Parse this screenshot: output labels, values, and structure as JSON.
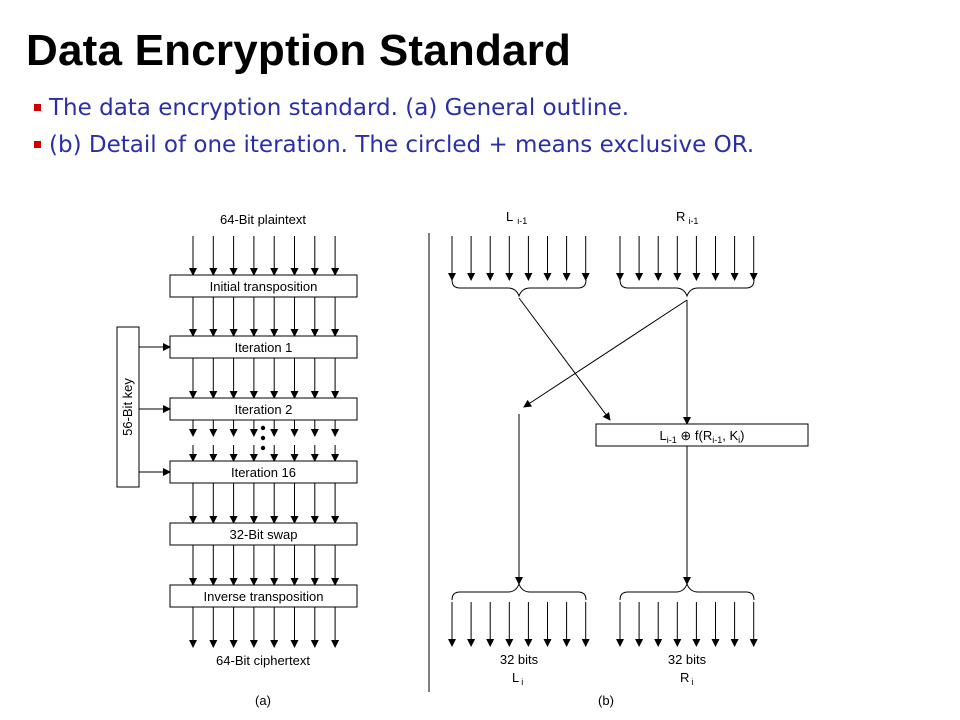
{
  "slide": {
    "title": "Data Encryption Standard",
    "bullets": [
      "The data encryption standard.  (a) General outline.",
      "(b) Detail of one iteration.  The circled + means exclusive OR."
    ]
  },
  "diagram_a": {
    "top_label": "64-Bit plaintext",
    "boxes": [
      "Initial transposition",
      "Iteration 1",
      "Iteration 2",
      "Iteration 16",
      "32-Bit swap",
      "Inverse transposition"
    ],
    "key_label": "56-Bit key",
    "bottom_label": "64-Bit ciphertext",
    "caption": "(a)"
  },
  "diagram_b": {
    "left_in": {
      "main": "L",
      "sub": "i-1"
    },
    "right_in": {
      "main": "R",
      "sub": "i-1"
    },
    "func": {
      "p1": "L",
      "s1": "i-1",
      "p2": " ⊕ f(R",
      "s2": "i-1",
      "p3": ", K",
      "s3": "i",
      "p4": ")"
    },
    "left_out": {
      "bits": "32 bits",
      "main": "L",
      "sub": "i"
    },
    "right_out": {
      "bits": "32 bits",
      "main": "R",
      "sub": "i"
    },
    "caption": "(b)"
  },
  "colors": {
    "bullet_text": "#2a2fa8",
    "bullet_marker": "#cc0000"
  }
}
